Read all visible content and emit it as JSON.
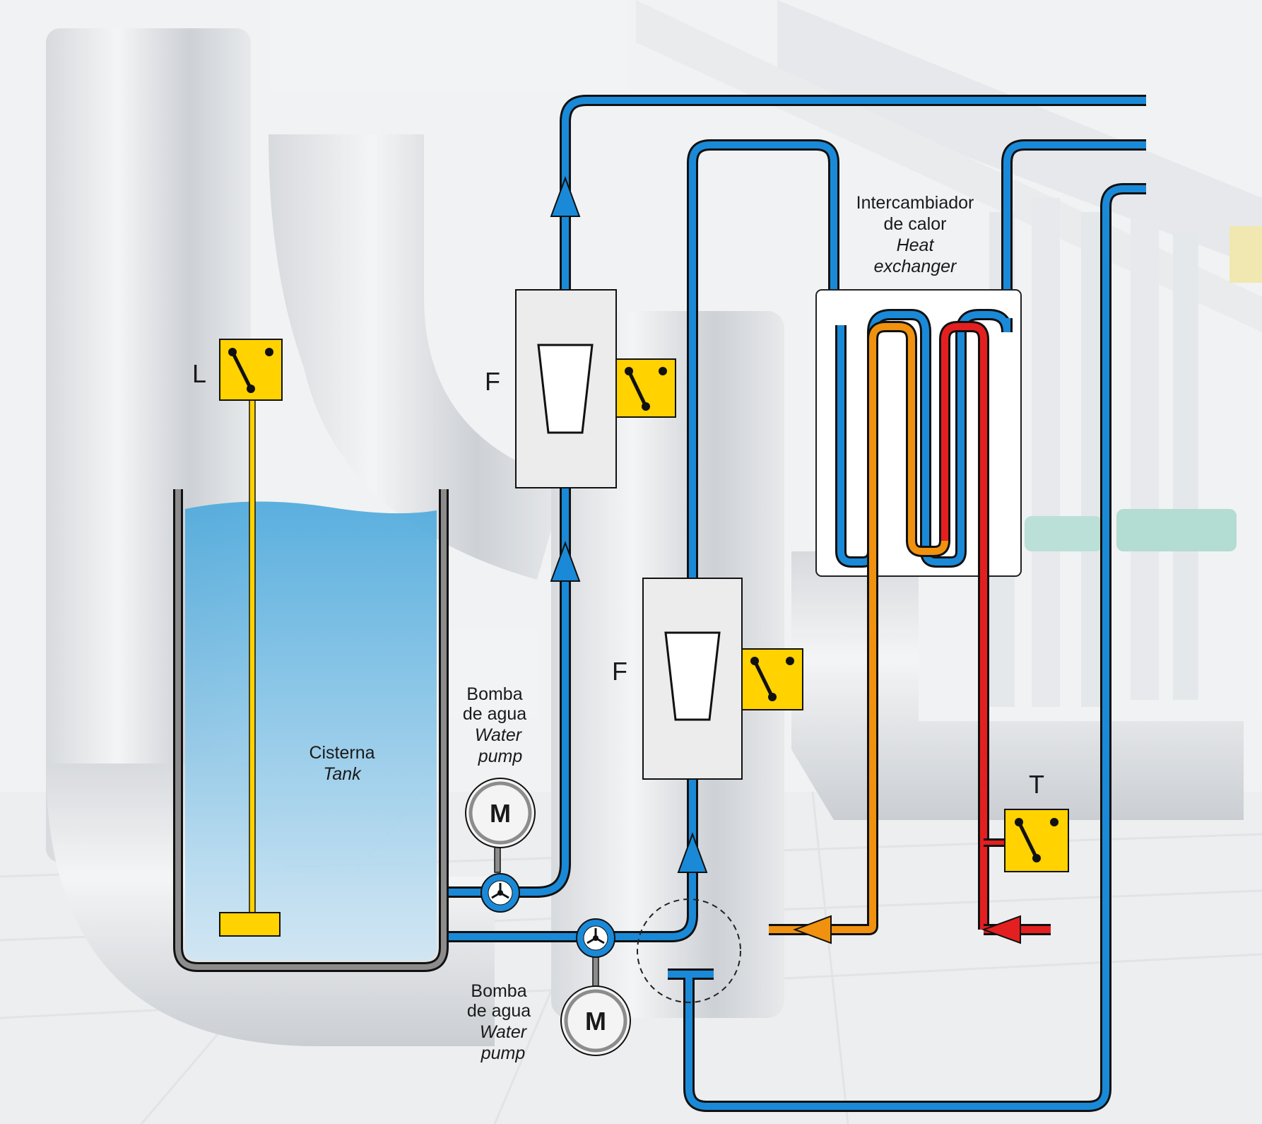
{
  "labels": {
    "level_switch": "L",
    "flow_switch_top": "F",
    "flow_switch_bottom": "F",
    "temp_switch": "T",
    "pump_top_motor": "M",
    "pump_bottom_motor": "M",
    "pump_top_es_1": "Bomba",
    "pump_top_es_2": "de agua",
    "pump_top_en_1": "Water",
    "pump_top_en_2": "pump",
    "pump_bottom_es_1": "Bomba",
    "pump_bottom_es_2": "de agua",
    "pump_bottom_en_1": "Water",
    "pump_bottom_en_2": "pump",
    "tank_es": "Cisterna",
    "tank_en": "Tank",
    "hx_es_1": "Intercambiador",
    "hx_es_2": "de calor",
    "hx_en_1": "Heat",
    "hx_en_2": "exchanger"
  },
  "colors": {
    "water_pipe": "#1a8ad8",
    "pipe_outline": "#111111",
    "hot_inlet": "#e41f1f",
    "warm_outlet": "#f0920f",
    "switch_yellow": "#ffd200",
    "tank_wall": "#8c8c8c",
    "tank_water": "#5cb2e0",
    "box_fill": "#ececec"
  },
  "icons": {
    "level_switch": "switch-icon",
    "flow_switch": "switch-icon",
    "temp_switch": "switch-icon",
    "pump": "impeller-icon",
    "motor": "motor-icon",
    "flow_direction": "arrow-icon"
  }
}
